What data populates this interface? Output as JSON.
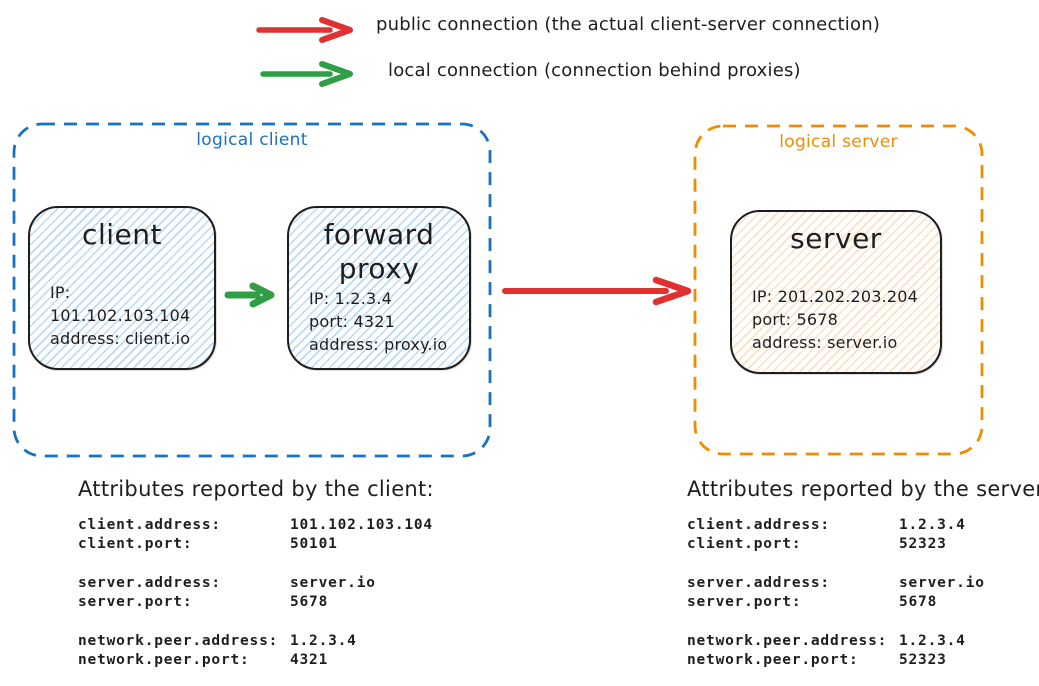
{
  "legend": {
    "public": {
      "label": "public connection (the actual client-server connection)"
    },
    "local": {
      "label": "local connection (connection behind proxies)"
    }
  },
  "colors": {
    "public_arrow": "#e03131",
    "local_arrow": "#2f9e44",
    "logical_client_border": "#1971c2",
    "logical_server_border": "#f08c00",
    "node_border": "#1e1e1e",
    "text": "#1e1e1e",
    "client_node_fill": "#a5d8ff",
    "server_node_fill": "#ffd8a8"
  },
  "diagram": {
    "logical_client": {
      "label": "logical client",
      "nodes": [
        {
          "title": "client",
          "lines": [
            "IP: 101.102.103.104",
            "address: client.io"
          ]
        },
        {
          "title": "forward proxy",
          "lines": [
            "IP: 1.2.3.4",
            "port: 4321",
            "address: proxy.io"
          ]
        }
      ]
    },
    "logical_server": {
      "label": "logical server",
      "nodes": [
        {
          "title": "server",
          "lines": [
            "IP: 201.202.203.204",
            "port: 5678",
            "address: server.io"
          ]
        }
      ]
    }
  },
  "attributes_client": {
    "heading": "Attributes reported by the client:",
    "groups": [
      [
        {
          "key": "client.address:",
          "value": "101.102.103.104"
        },
        {
          "key": "client.port:",
          "value": "50101"
        }
      ],
      [
        {
          "key": "server.address:",
          "value": "server.io"
        },
        {
          "key": "server.port:",
          "value": "5678"
        }
      ],
      [
        {
          "key": "network.peer.address:",
          "value": "1.2.3.4"
        },
        {
          "key": "network.peer.port:",
          "value": "4321"
        }
      ]
    ]
  },
  "attributes_server": {
    "heading": "Attributes reported by the server:",
    "groups": [
      [
        {
          "key": "client.address:",
          "value": "1.2.3.4"
        },
        {
          "key": "client.port:",
          "value": "52323"
        }
      ],
      [
        {
          "key": "server.address:",
          "value": "server.io"
        },
        {
          "key": "server.port:",
          "value": "5678"
        }
      ],
      [
        {
          "key": "network.peer.address:",
          "value": "1.2.3.4"
        },
        {
          "key": "network.peer.port:",
          "value": "52323"
        }
      ]
    ]
  }
}
